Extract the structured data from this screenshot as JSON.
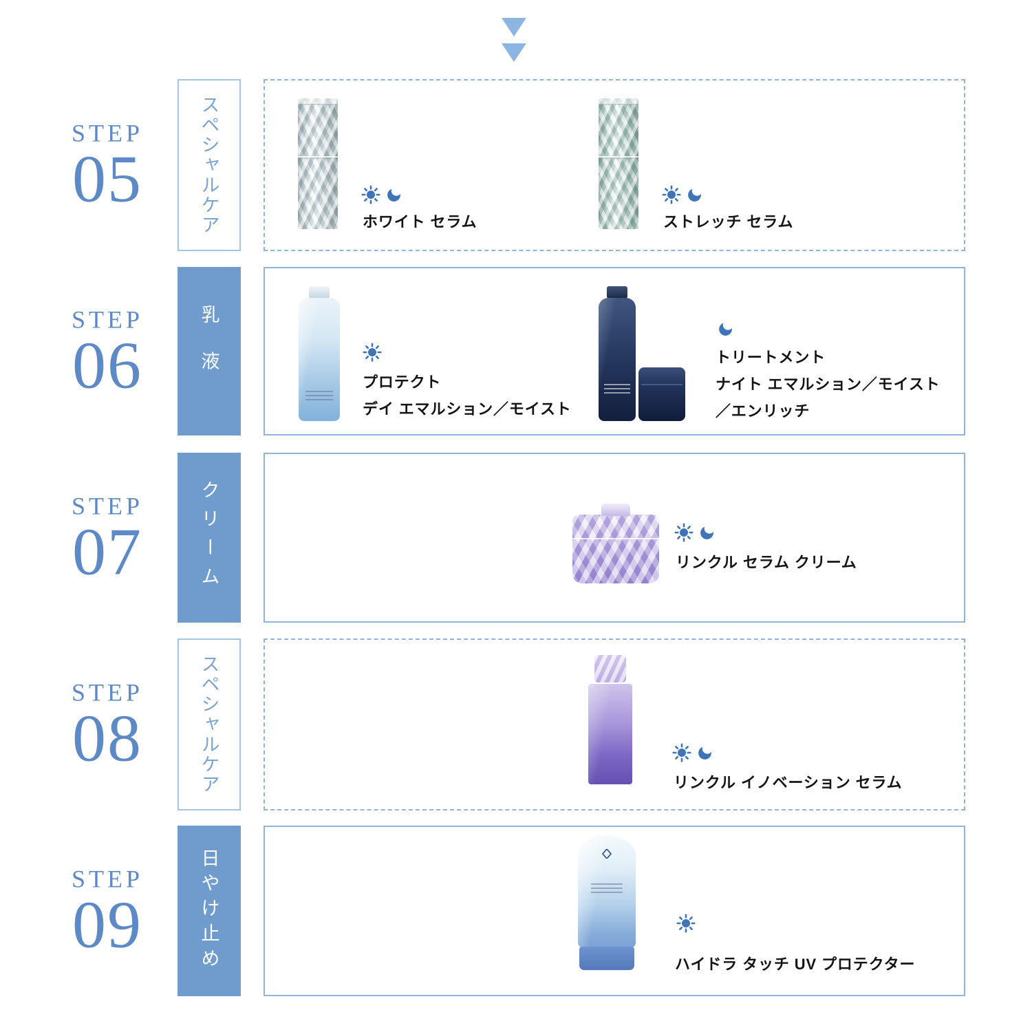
{
  "colors": {
    "accent_blue": "#6f9ccd",
    "box_border_blue": "#8fb3dc",
    "step_text_blue": "#5d89c7",
    "category_outline_text": "#7ca3cf",
    "icon_blue": "#3e74b8",
    "label_text": "#141414",
    "arrow_blue": "#8cb5e2"
  },
  "continue_indicator": {
    "icon": "double-down-triangles",
    "color": "#8cb5e2"
  },
  "steps": [
    {
      "step_word": "STEP",
      "number": "05",
      "category": "スペシャルケア",
      "category_style": "outline",
      "box_style": "dashed",
      "products": [
        {
          "name_lines": [
            "ホワイト セラム"
          ],
          "icons": [
            "sun",
            "moon"
          ]
        },
        {
          "name_lines": [
            "ストレッチ セラム"
          ],
          "icons": [
            "sun",
            "moon"
          ]
        }
      ]
    },
    {
      "step_word": "STEP",
      "number": "06",
      "category": "乳液",
      "category_style": "solid",
      "box_style": "solid",
      "products": [
        {
          "name_lines": [
            "プロテクト",
            "デイ エマルション／モイスト"
          ],
          "icons": [
            "sun"
          ]
        },
        {
          "name_lines": [
            "トリートメント",
            "ナイト エマルション／モイスト",
            "／エンリッチ"
          ],
          "icons": [
            "moon"
          ]
        }
      ]
    },
    {
      "step_word": "STEP",
      "number": "07",
      "category": "クリーム",
      "category_style": "solid",
      "box_style": "solid",
      "products": [
        {
          "name_lines": [
            "リンクル セラム クリーム"
          ],
          "icons": [
            "sun",
            "moon"
          ]
        }
      ]
    },
    {
      "step_word": "STEP",
      "number": "08",
      "category": "スペシャルケア",
      "category_style": "outline",
      "box_style": "dashed",
      "products": [
        {
          "name_lines": [
            "リンクル イノベーション セラム"
          ],
          "icons": [
            "sun",
            "moon"
          ]
        }
      ]
    },
    {
      "step_word": "STEP",
      "number": "09",
      "category": "日やけ止め",
      "category_style": "solid",
      "box_style": "solid",
      "products": [
        {
          "name_lines": [
            "ハイドラ タッチ UV プロテクター"
          ],
          "icons": [
            "sun"
          ]
        }
      ]
    }
  ]
}
